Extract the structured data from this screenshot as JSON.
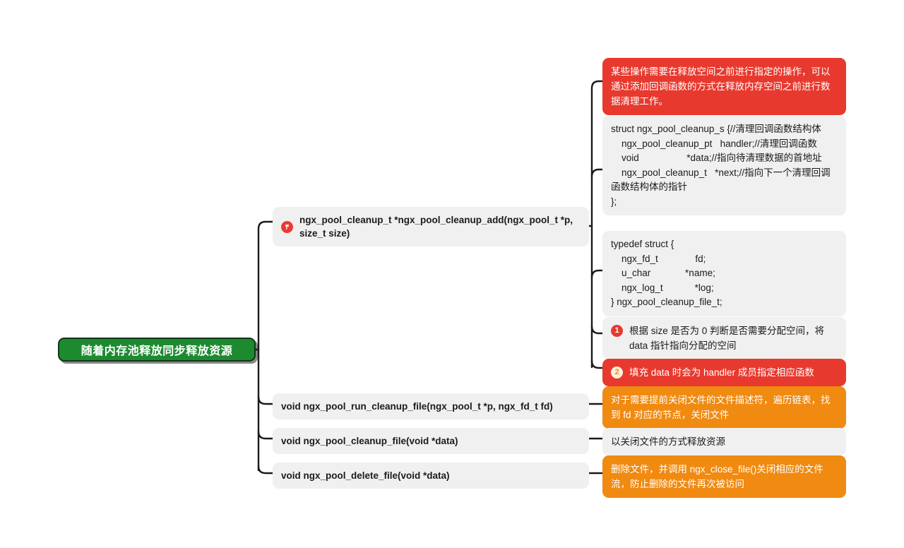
{
  "root": {
    "label": "随着内存池释放同步释放资源",
    "color": "#1d8a30"
  },
  "colors": {
    "green": "#1d8a30",
    "red": "#e8392e",
    "orange": "#f08a11",
    "gray": "#f0f0f0",
    "text_dark": "#1b1b1b",
    "text_light": "#ffffff",
    "wire": "#1b1b1b"
  },
  "branches": {
    "cleanup_add": {
      "icon": "flag-icon",
      "signature": "ngx_pool_cleanup_t *ngx_pool_cleanup_add(ngx_pool_t *p, size_t size)",
      "details": {
        "description": "某些操作需要在释放空间之前进行指定的操作，可以通过添加回调函数的方式在释放内存空间之前进行数据清理工作。",
        "struct_code": "struct ngx_pool_cleanup_s {//清理回调函数结构体\n    ngx_pool_cleanup_pt   handler;//清理回调函数\n    void                  *data;//指向待清理数据的首地址\n    ngx_pool_cleanup_t   *next;//指向下一个清理回调函数结构体的指针\n};",
        "typedef_code": "typedef struct {\n    ngx_fd_t              fd;\n    u_char             *name;\n    ngx_log_t            *log;\n} ngx_pool_cleanup_file_t;",
        "step_one": {
          "number": "1",
          "text": "根据 size 是否为 0 判断是否需要分配空间，将 data 指针指向分配的空间"
        },
        "step_two": {
          "number": "2",
          "text": "填充 data 时会为 handler 成员指定相应函数"
        }
      }
    },
    "run_cleanup_file": {
      "signature": "void ngx_pool_run_cleanup_file(ngx_pool_t *p, ngx_fd_t fd)",
      "description": "对于需要提前关闭文件的文件描述符，遍历链表，找到 fd 对应的节点，关闭文件"
    },
    "cleanup_file": {
      "signature": "void ngx_pool_cleanup_file(void *data)",
      "description": "以关闭文件的方式释放资源"
    },
    "delete_file": {
      "signature": "void ngx_pool_delete_file(void *data)",
      "description": "删除文件，并调用 ngx_close_file()关闭相应的文件流，防止删除的文件再次被访问"
    }
  }
}
